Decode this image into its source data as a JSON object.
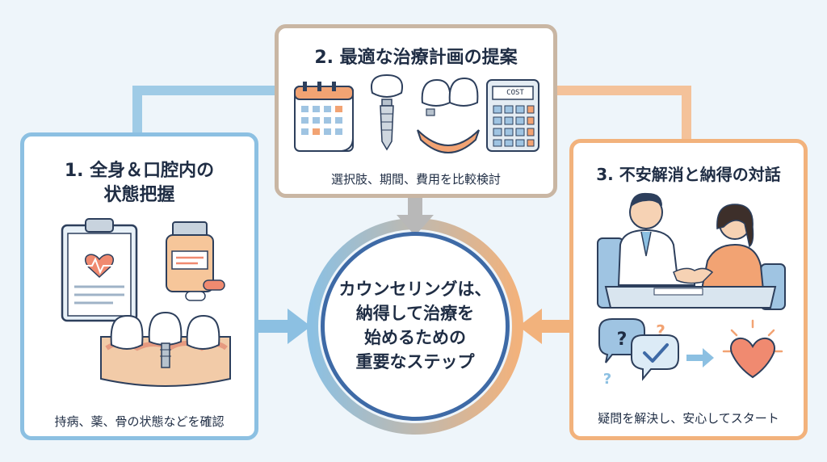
{
  "step1": {
    "title_line1": "1. 全身＆口腔内の",
    "title_line2": "状態把握",
    "caption": "持病、薬、骨の状態などを確認"
  },
  "step2": {
    "title": "2. 最適な治療計画の提案",
    "caption": "選択肢、期間、費用を比較検討",
    "calculator_label": "COST"
  },
  "step3": {
    "title": "3. 不安解消と納得の対話",
    "caption": "疑問を解決し、安心してスタート"
  },
  "center": {
    "line1": "カウンセリングは、",
    "line2": "納得して治療を",
    "line3": "始めるための",
    "line4": "重要なステップ"
  },
  "colors": {
    "blue": "#8cc0e2",
    "orange": "#f2b27c",
    "navy": "#3e6aa6"
  }
}
